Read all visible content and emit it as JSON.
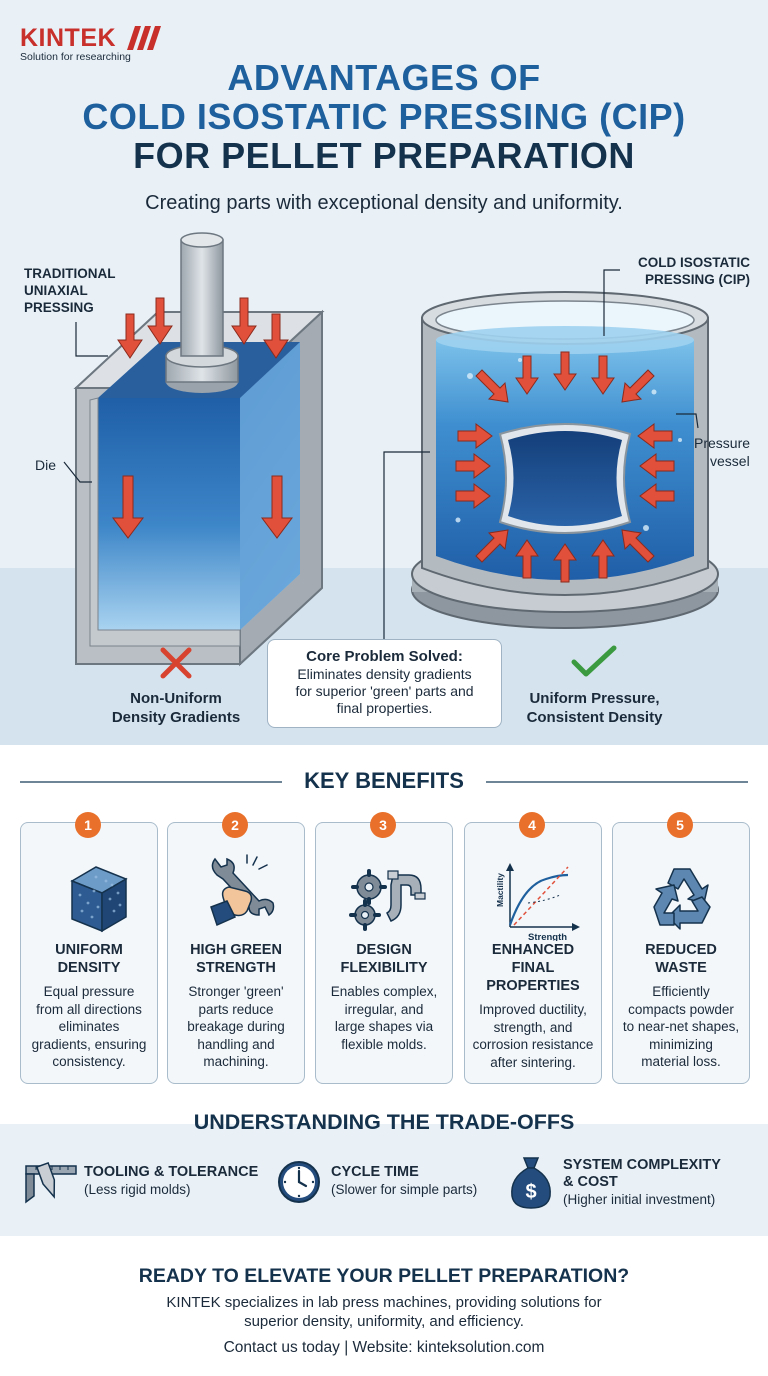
{
  "brand": {
    "name": "KINTEK",
    "tagline": "Solution for researching",
    "color": "#c8302c"
  },
  "header": {
    "title_line1": "ADVANTAGES OF",
    "title_line2": "COLD ISOSTATIC PRESSING (CIP)",
    "title_line3": "FOR PELLET PREPARATION",
    "subtitle": "Creating parts with exceptional density and uniformity."
  },
  "comparison": {
    "left_label_line1": "TRADITIONAL",
    "left_label_line2": "UNIAXIAL",
    "left_label_line3": "PRESSING",
    "die_label": "Die",
    "right_label_line1": "COLD ISOSTATIC",
    "right_label_line2": "PRESSING (CIP)",
    "vessel_label_line1": "Pressure",
    "vessel_label_line2": "vessel",
    "bad_line1": "Non-Uniform",
    "bad_line2": "Density Gradients",
    "good_line1": "Uniform Pressure,",
    "good_line2": "Consistent Density",
    "core_title": "Core Problem Solved:",
    "core_line1": "Eliminates density gradients",
    "core_line2": "for superior 'green' parts and",
    "core_line3": "final properties."
  },
  "benefits": {
    "heading": "KEY BENEFITS",
    "items": [
      {
        "num": "1",
        "icon": "density-cube-icon",
        "title1": "UNIFORM",
        "title2": "DENSITY",
        "lines": [
          "Equal pressure",
          "from all directions",
          "eliminates",
          "gradients, ensuring",
          "consistency."
        ]
      },
      {
        "num": "2",
        "icon": "wrench-hand-icon",
        "title1": "HIGH GREEN",
        "title2": "STRENGTH",
        "lines": [
          "Stronger 'green'",
          "parts reduce",
          "breakage during",
          "handling and",
          "machining."
        ]
      },
      {
        "num": "3",
        "icon": "gears-pipe-icon",
        "title1": "DESIGN",
        "title2": "FLEXIBILITY",
        "lines": [
          "Enables complex,",
          "irregular, and",
          "large shapes via",
          "flexible molds."
        ]
      },
      {
        "num": "4",
        "icon": "ductility-chart-icon",
        "title1": "ENHANCED",
        "title2": "FINAL",
        "title3": "PROPERTIES",
        "lines": [
          "Improved ductility,",
          "strength, and",
          "corrosion resistance",
          "after sintering."
        ],
        "chart_y": "Mactility",
        "chart_x": "Strength"
      },
      {
        "num": "5",
        "icon": "recycle-icon",
        "title1": "REDUCED",
        "title2": "WASTE",
        "lines": [
          "Efficiently",
          "compacts powder",
          "to near-net shapes,",
          "minimizing",
          "material loss."
        ]
      }
    ]
  },
  "tradeoffs": {
    "heading": "UNDERSTANDING THE TRADE-OFFS",
    "items": [
      {
        "icon": "caliper-icon",
        "title": "TOOLING & TOLERANCE",
        "sub": "(Less rigid molds)"
      },
      {
        "icon": "clock-icon",
        "title": "CYCLE TIME",
        "sub": "(Slower for simple parts)"
      },
      {
        "icon": "money-bag-icon",
        "title1": "SYSTEM COMPLEXITY",
        "title2": "& COST",
        "sub": "(Higher initial investment)"
      }
    ]
  },
  "cta": {
    "title": "READY TO ELEVATE YOUR PELLET PREPARATION?",
    "line1": "KINTEK specializes in lab press machines, providing solutions for",
    "line2": "superior density, uniformity, and efficiency.",
    "contact": "Contact us today  |  Website: kinteksolution.com"
  },
  "colors": {
    "title_blue": "#1e5f9e",
    "navy": "#15324d",
    "badge_orange": "#e8702a",
    "arrow_red": "#e0503a",
    "check_green": "#3b9a3f"
  }
}
